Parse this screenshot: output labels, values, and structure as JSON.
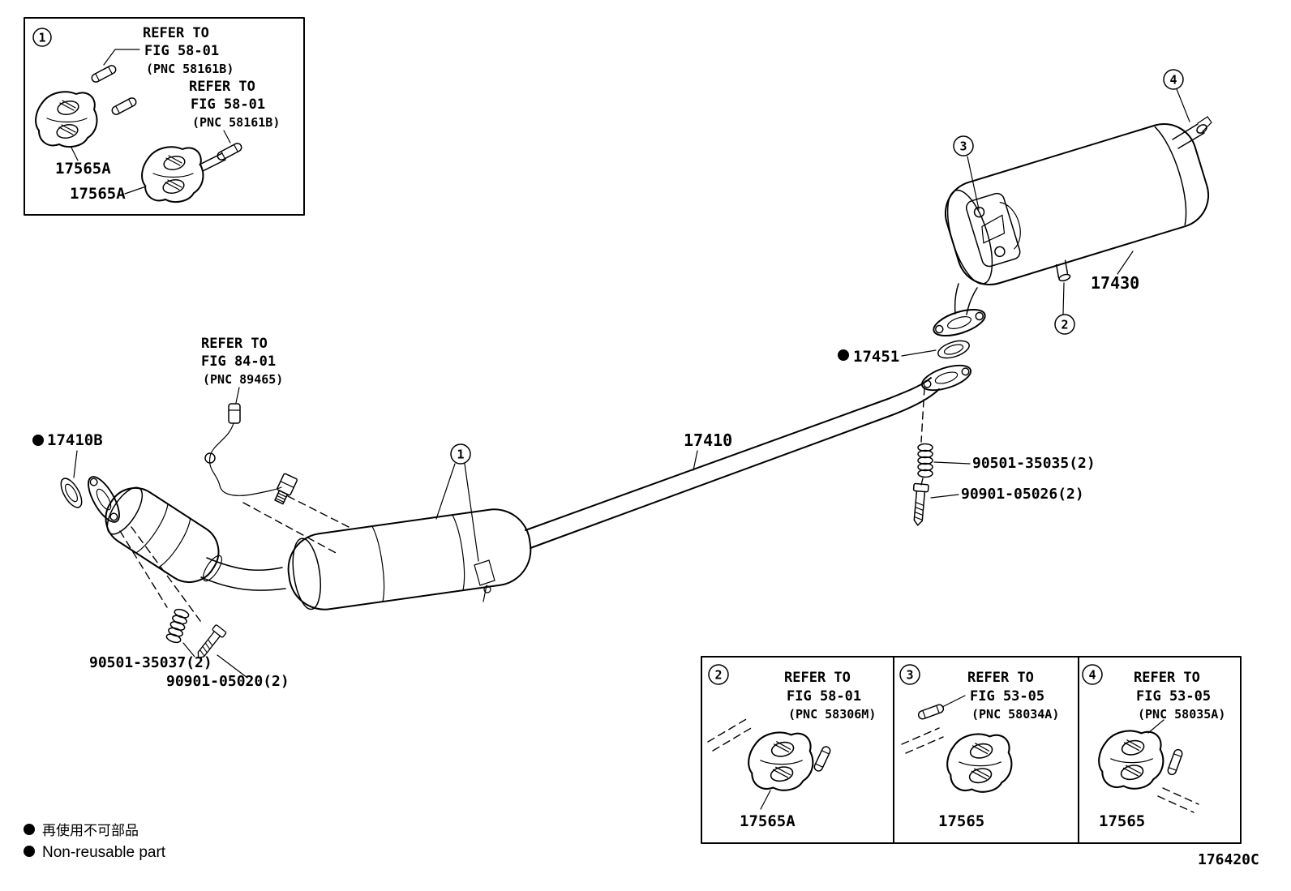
{
  "diagram_code": "176420C",
  "legend": {
    "jp": "再使用不可部品",
    "en": "Non-reusable part"
  },
  "callouts": {
    "one": "1",
    "two": "2",
    "three": "3",
    "four": "4"
  },
  "inset_box": {
    "callout": "1",
    "ref_top": {
      "l1": "REFER TO",
      "l2": "FIG 58-01",
      "l3": "(PNC 58161B)"
    },
    "ref_bottom": {
      "l1": "REFER TO",
      "l2": "FIG 58-01",
      "l3": "(PNC 58161B)"
    },
    "part_upper": "17565A",
    "part_lower": "17565A"
  },
  "o2_sensor_ref": {
    "l1": "REFER TO",
    "l2": "FIG 84-01",
    "l3": "(PNC 89465)"
  },
  "parts": {
    "muffler": "17430",
    "front_pipe": "17410",
    "front_gasket": "17410B",
    "rear_gasket": "17451",
    "rear_spring_bolt": "90501-35035(2)",
    "rear_flange_bolt": "90901-05026(2)",
    "front_spring_bolt": "90501-35037(2)",
    "front_flange_bolt": "90901-05020(2)"
  },
  "table": {
    "cells": [
      {
        "callout": "2",
        "ref": {
          "l1": "REFER TO",
          "l2": "FIG 58-01",
          "l3": "(PNC 58306M)"
        },
        "part": "17565A"
      },
      {
        "callout": "3",
        "ref": {
          "l1": "REFER TO",
          "l2": "FIG 53-05",
          "l3": "(PNC 58034A)"
        },
        "part": "17565"
      },
      {
        "callout": "4",
        "ref": {
          "l1": "REFER TO",
          "l2": "FIG 53-05",
          "l3": "(PNC 58035A)"
        },
        "part": "17565"
      }
    ]
  }
}
